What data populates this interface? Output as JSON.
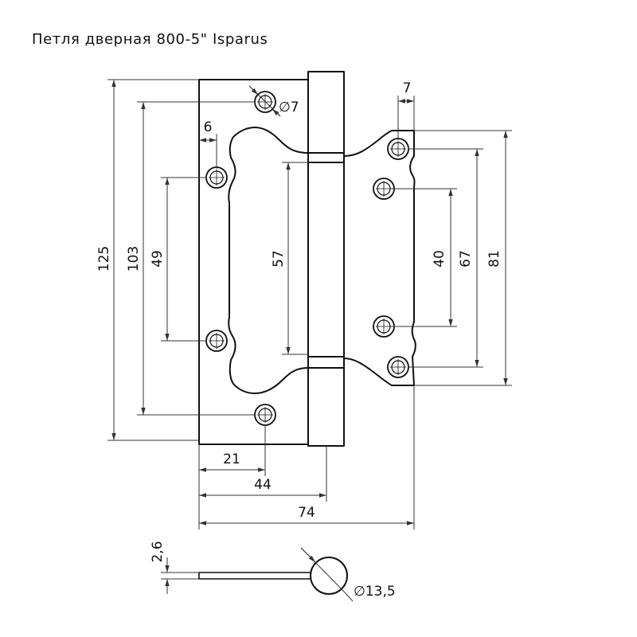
{
  "title": "Петля  дверная 800-5\" Isparus",
  "dimensions": {
    "d125": "125",
    "d103": "103",
    "d49": "49",
    "d57": "57",
    "d6": "6",
    "d7": "7",
    "d40": "40",
    "d67": "67",
    "d81": "81",
    "d21": "21",
    "d44": "44",
    "d74": "74",
    "d26": "2,6",
    "hole_diameter": "∅7",
    "knuckle_diameter": "∅13,5"
  }
}
